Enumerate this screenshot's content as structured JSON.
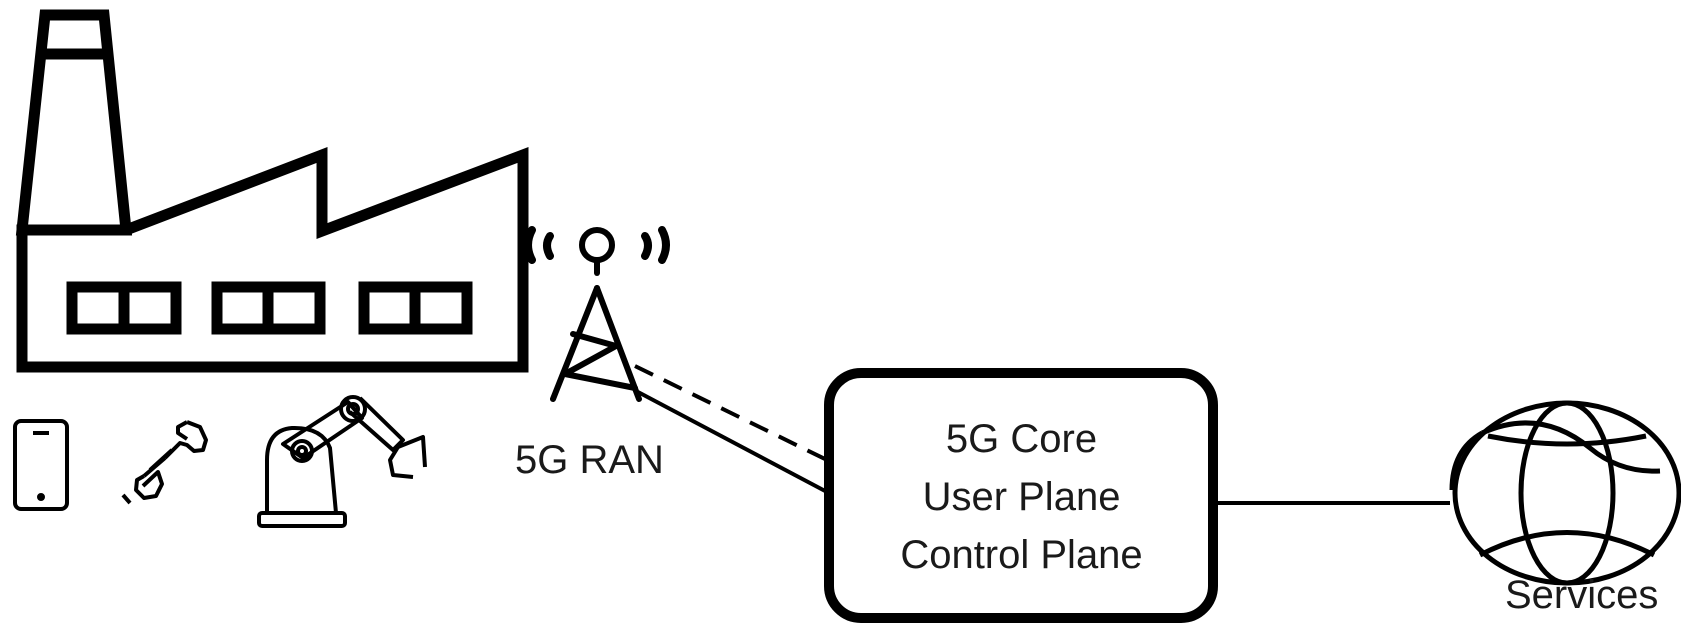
{
  "diagram": {
    "ran": {
      "label": "5G RAN",
      "icon": "cell-tower-icon"
    },
    "core": {
      "lines": [
        "5G Core",
        "User Plane",
        "Control Plane"
      ]
    },
    "services": {
      "label": "Services",
      "icon": "globe-icon"
    },
    "factory": {
      "icon": "factory-icon"
    },
    "devices": [
      "smartphone-icon",
      "wrench-icon",
      "robot-arm-icon"
    ],
    "links": [
      {
        "from": "5G RAN",
        "to": "5G Core",
        "style": "solid"
      },
      {
        "from": "5G RAN",
        "to": "5G Core",
        "style": "dashed"
      },
      {
        "from": "5G Core",
        "to": "Services",
        "style": "solid"
      }
    ],
    "colors": {
      "stroke": "#000000",
      "text": "#1a1a1a",
      "background": "#ffffff"
    }
  }
}
